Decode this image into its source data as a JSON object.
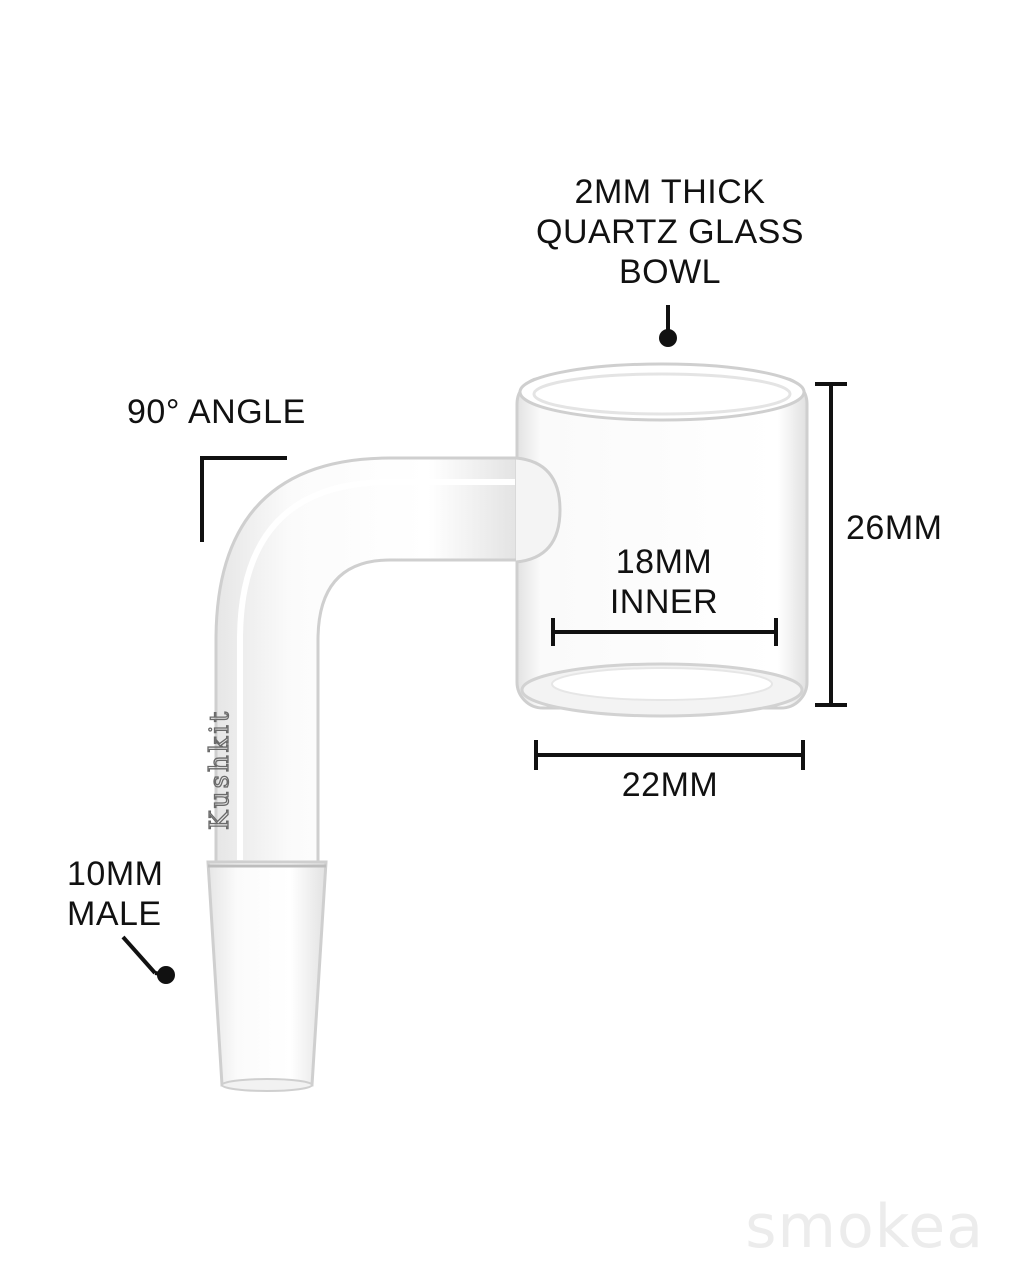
{
  "callouts": {
    "bowl": [
      "2MM THICK",
      "QUARTZ GLASS",
      "BOWL"
    ],
    "angle": "90° ANGLE",
    "height": "26MM",
    "inner": [
      "18MM",
      "INNER"
    ],
    "width": "22MM",
    "joint": [
      "10MM",
      "MALE"
    ]
  },
  "engraving": "Kushkit",
  "watermark": "smokea",
  "colors": {
    "line": "#111111",
    "glass_edge": "#c8c8c8",
    "watermark": "#ececec"
  }
}
